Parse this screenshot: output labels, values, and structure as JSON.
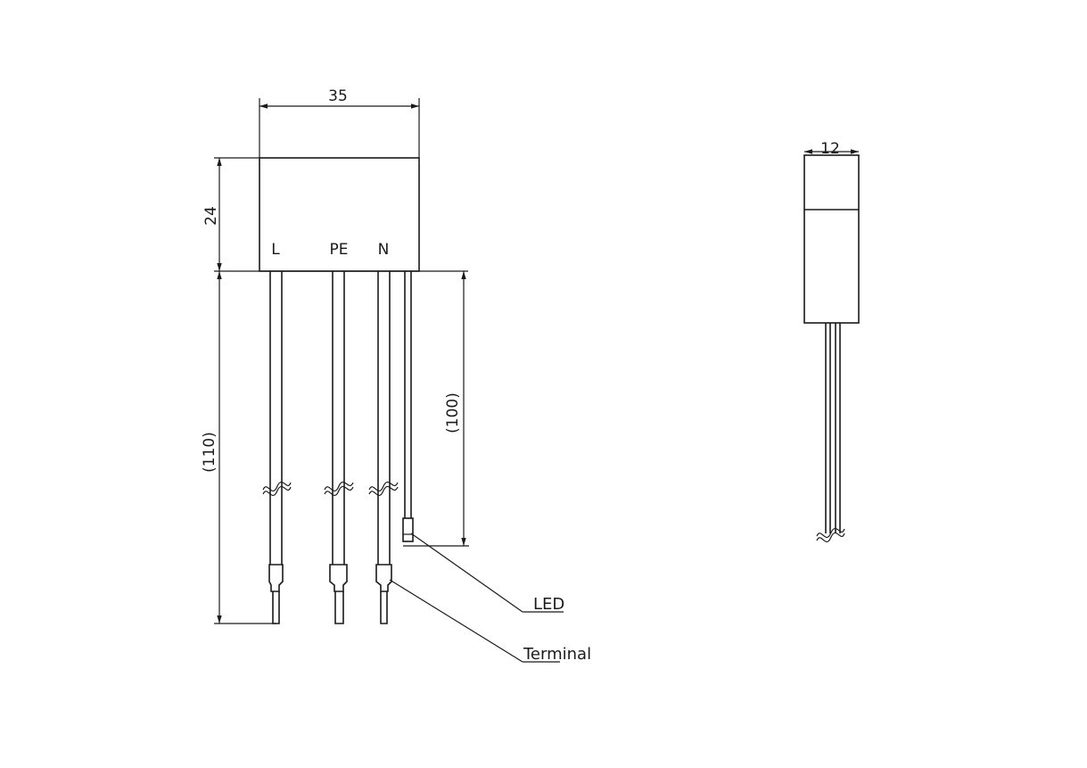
{
  "front_view": {
    "width_dim": "35",
    "height_dim": "24",
    "lead_length_dim": "(110)",
    "led_length_dim": "(100)",
    "pins": [
      "L",
      "PE",
      "N"
    ],
    "callouts": {
      "led": "LED",
      "terminal": "Terminal"
    }
  },
  "side_view": {
    "width_dim": "12"
  },
  "colors": {
    "line": "#1a1a1a",
    "background": "#ffffff"
  }
}
